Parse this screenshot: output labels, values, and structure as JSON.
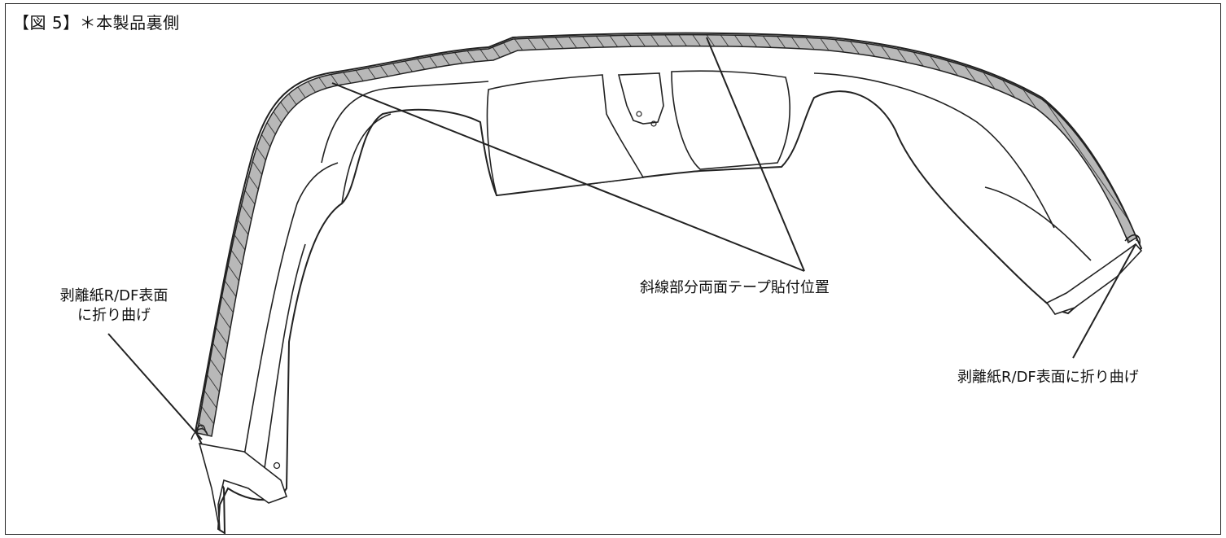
{
  "figure": {
    "title": "【図 5】＊本製品裏側"
  },
  "callouts": {
    "left_line1": "剥離紙R/DF表面",
    "left_line2": "に折り曲げ",
    "center": "斜線部分両面テープ貼付位置",
    "right": "剥離紙R/DF表面に折り曲げ"
  },
  "colors": {
    "line": "#222222",
    "tape_fill": "#b8b8b8",
    "background": "#ffffff"
  }
}
